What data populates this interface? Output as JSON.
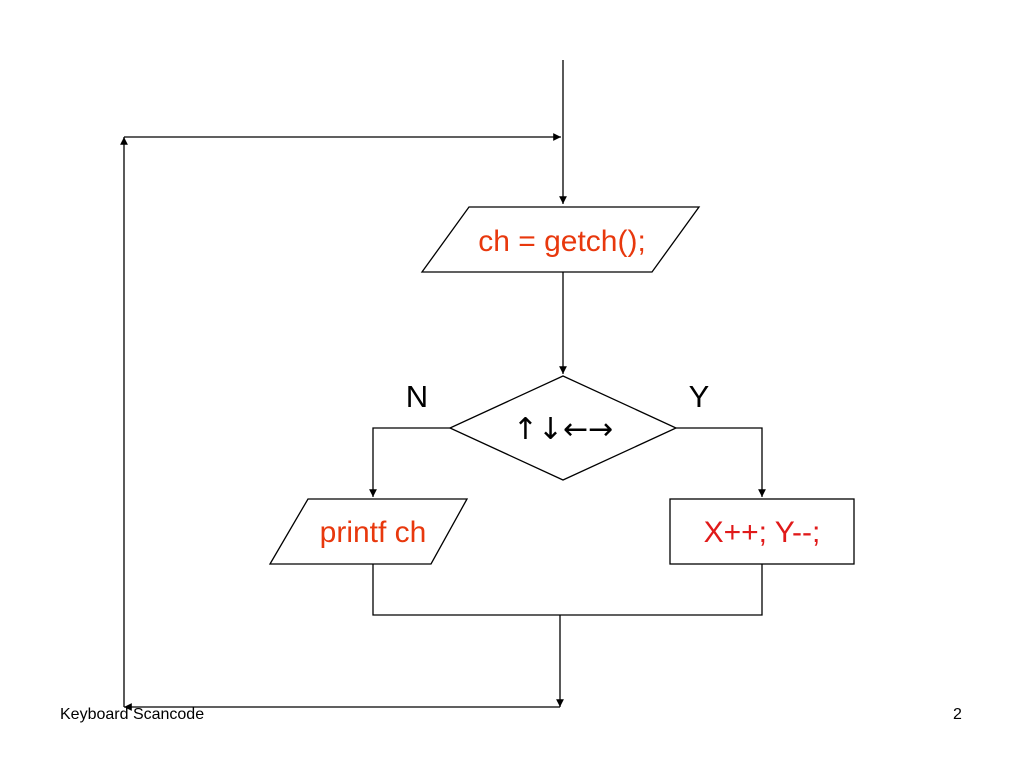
{
  "slide": {
    "footer_title": "Keyboard Scancode",
    "page_number": "2"
  },
  "flowchart": {
    "input_step": "ch = getch();",
    "decision": "↑↓←→",
    "no_label": "N",
    "yes_label": "Y",
    "print_step": "printf ch",
    "update_step": "X++; Y--;"
  },
  "colors": {
    "text_accent": "#e8380d",
    "lines": "#000000"
  }
}
